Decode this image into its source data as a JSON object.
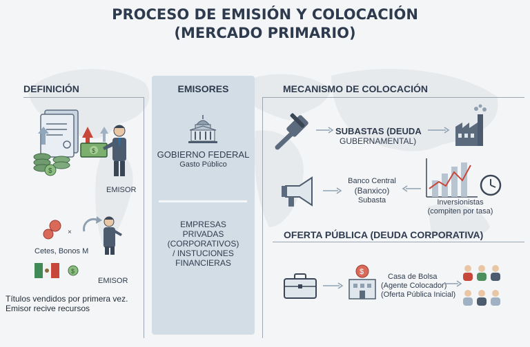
{
  "title": {
    "line1": "PROCESO DE EMISIÓN Y COLOCACIÓN",
    "line2": "(MERCADO PRIMARIO)"
  },
  "definicion": {
    "heading": "DEFINICIÓN",
    "emisor_label_1": "EMISOR",
    "cetes_label": "Cetes, Bonos M",
    "emisor_label_2": "EMISOR",
    "note_line1": "Títulos vendidos por  primera vez.",
    "note_line2": "Emisor recive recursos"
  },
  "emisores": {
    "heading": "EMISORES",
    "gobierno_line1": "GOBIERNO FEDERAL",
    "gobierno_line2": "Gasto Público",
    "empresas_line1": "EMPRESAS",
    "empresas_line2": "PRIVADAS",
    "empresas_line3": "(CORPORATIVOS)",
    "empresas_line4": "/ INSTUCIONES",
    "empresas_line5": "FINANCIERAS"
  },
  "mecanismo": {
    "heading": "MECANISMO DE COLOCACIÓN",
    "subastas_line1": "SUBASTAS (DEUDA",
    "subastas_line2": "GUBERNAMENTAL)",
    "banco_line1": "Banco Central",
    "banco_line2": "(Banxico)",
    "banco_line3": "Subasta",
    "inversionistas_line1": "Inversionistas",
    "inversionistas_line2": "(compiten por tasa)",
    "oferta_heading": "OFERTA PÚBLICA (DEUDA CORPORATIVA)",
    "casa_line1": "Casa de Bolsa",
    "casa_line2": "(Agente Colocador)",
    "casa_line3": "(Oferta Pública Inicial)"
  },
  "colors": {
    "heading": "#2e3b4e",
    "column": "#d3dde5",
    "accent_red": "#c8473b",
    "accent_green": "#4e8f5e",
    "slate": "#5b6b7d"
  }
}
